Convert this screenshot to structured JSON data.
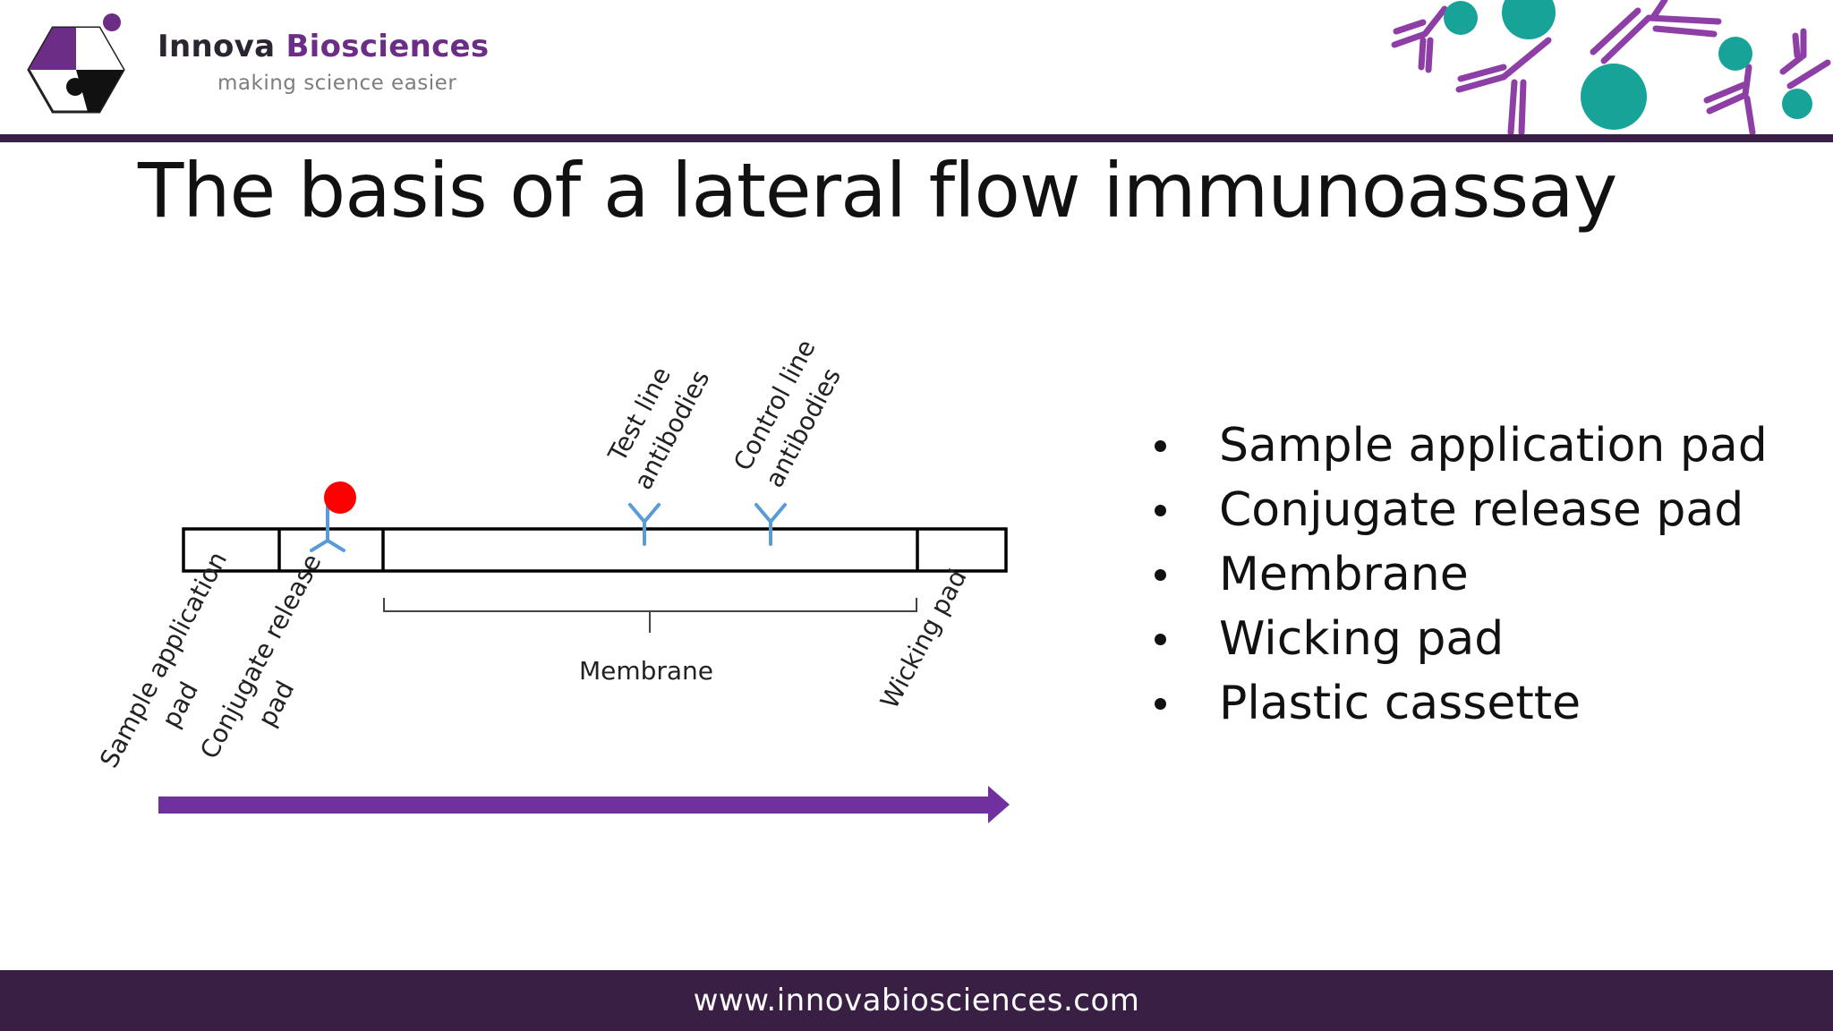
{
  "header": {
    "brand_word1": "Innova",
    "brand_word2": "Biosciences",
    "tagline": "making science easier"
  },
  "slide": {
    "title": "The basis of a lateral flow immunoassay"
  },
  "diagram": {
    "labels": {
      "sample_pad_line1": "Sample application",
      "sample_pad_line2": "pad",
      "conjugate_pad_line1": "Conjugate release",
      "conjugate_pad_line2": "pad",
      "membrane": "Membrane",
      "wicking_pad": "Wicking pad",
      "test_line_line1": "Test line",
      "test_line_line2": "antibodies",
      "control_line_line1": "Control line",
      "control_line_line2": "antibodies"
    },
    "colors": {
      "antibody": "#5b9bd5",
      "conjugate_particle": "#ff0000",
      "flow_arrow": "#7030a0",
      "outline": "#000000"
    }
  },
  "bullets": [
    "Sample application pad",
    "Conjugate release pad",
    "Membrane",
    "Wicking pad",
    "Plastic cassette"
  ],
  "footer": {
    "url": "www.innovabiosciences.com"
  },
  "colors": {
    "brand_purple": "#6b2d85",
    "header_bar": "#3a1f48",
    "teal": "#17a398"
  }
}
